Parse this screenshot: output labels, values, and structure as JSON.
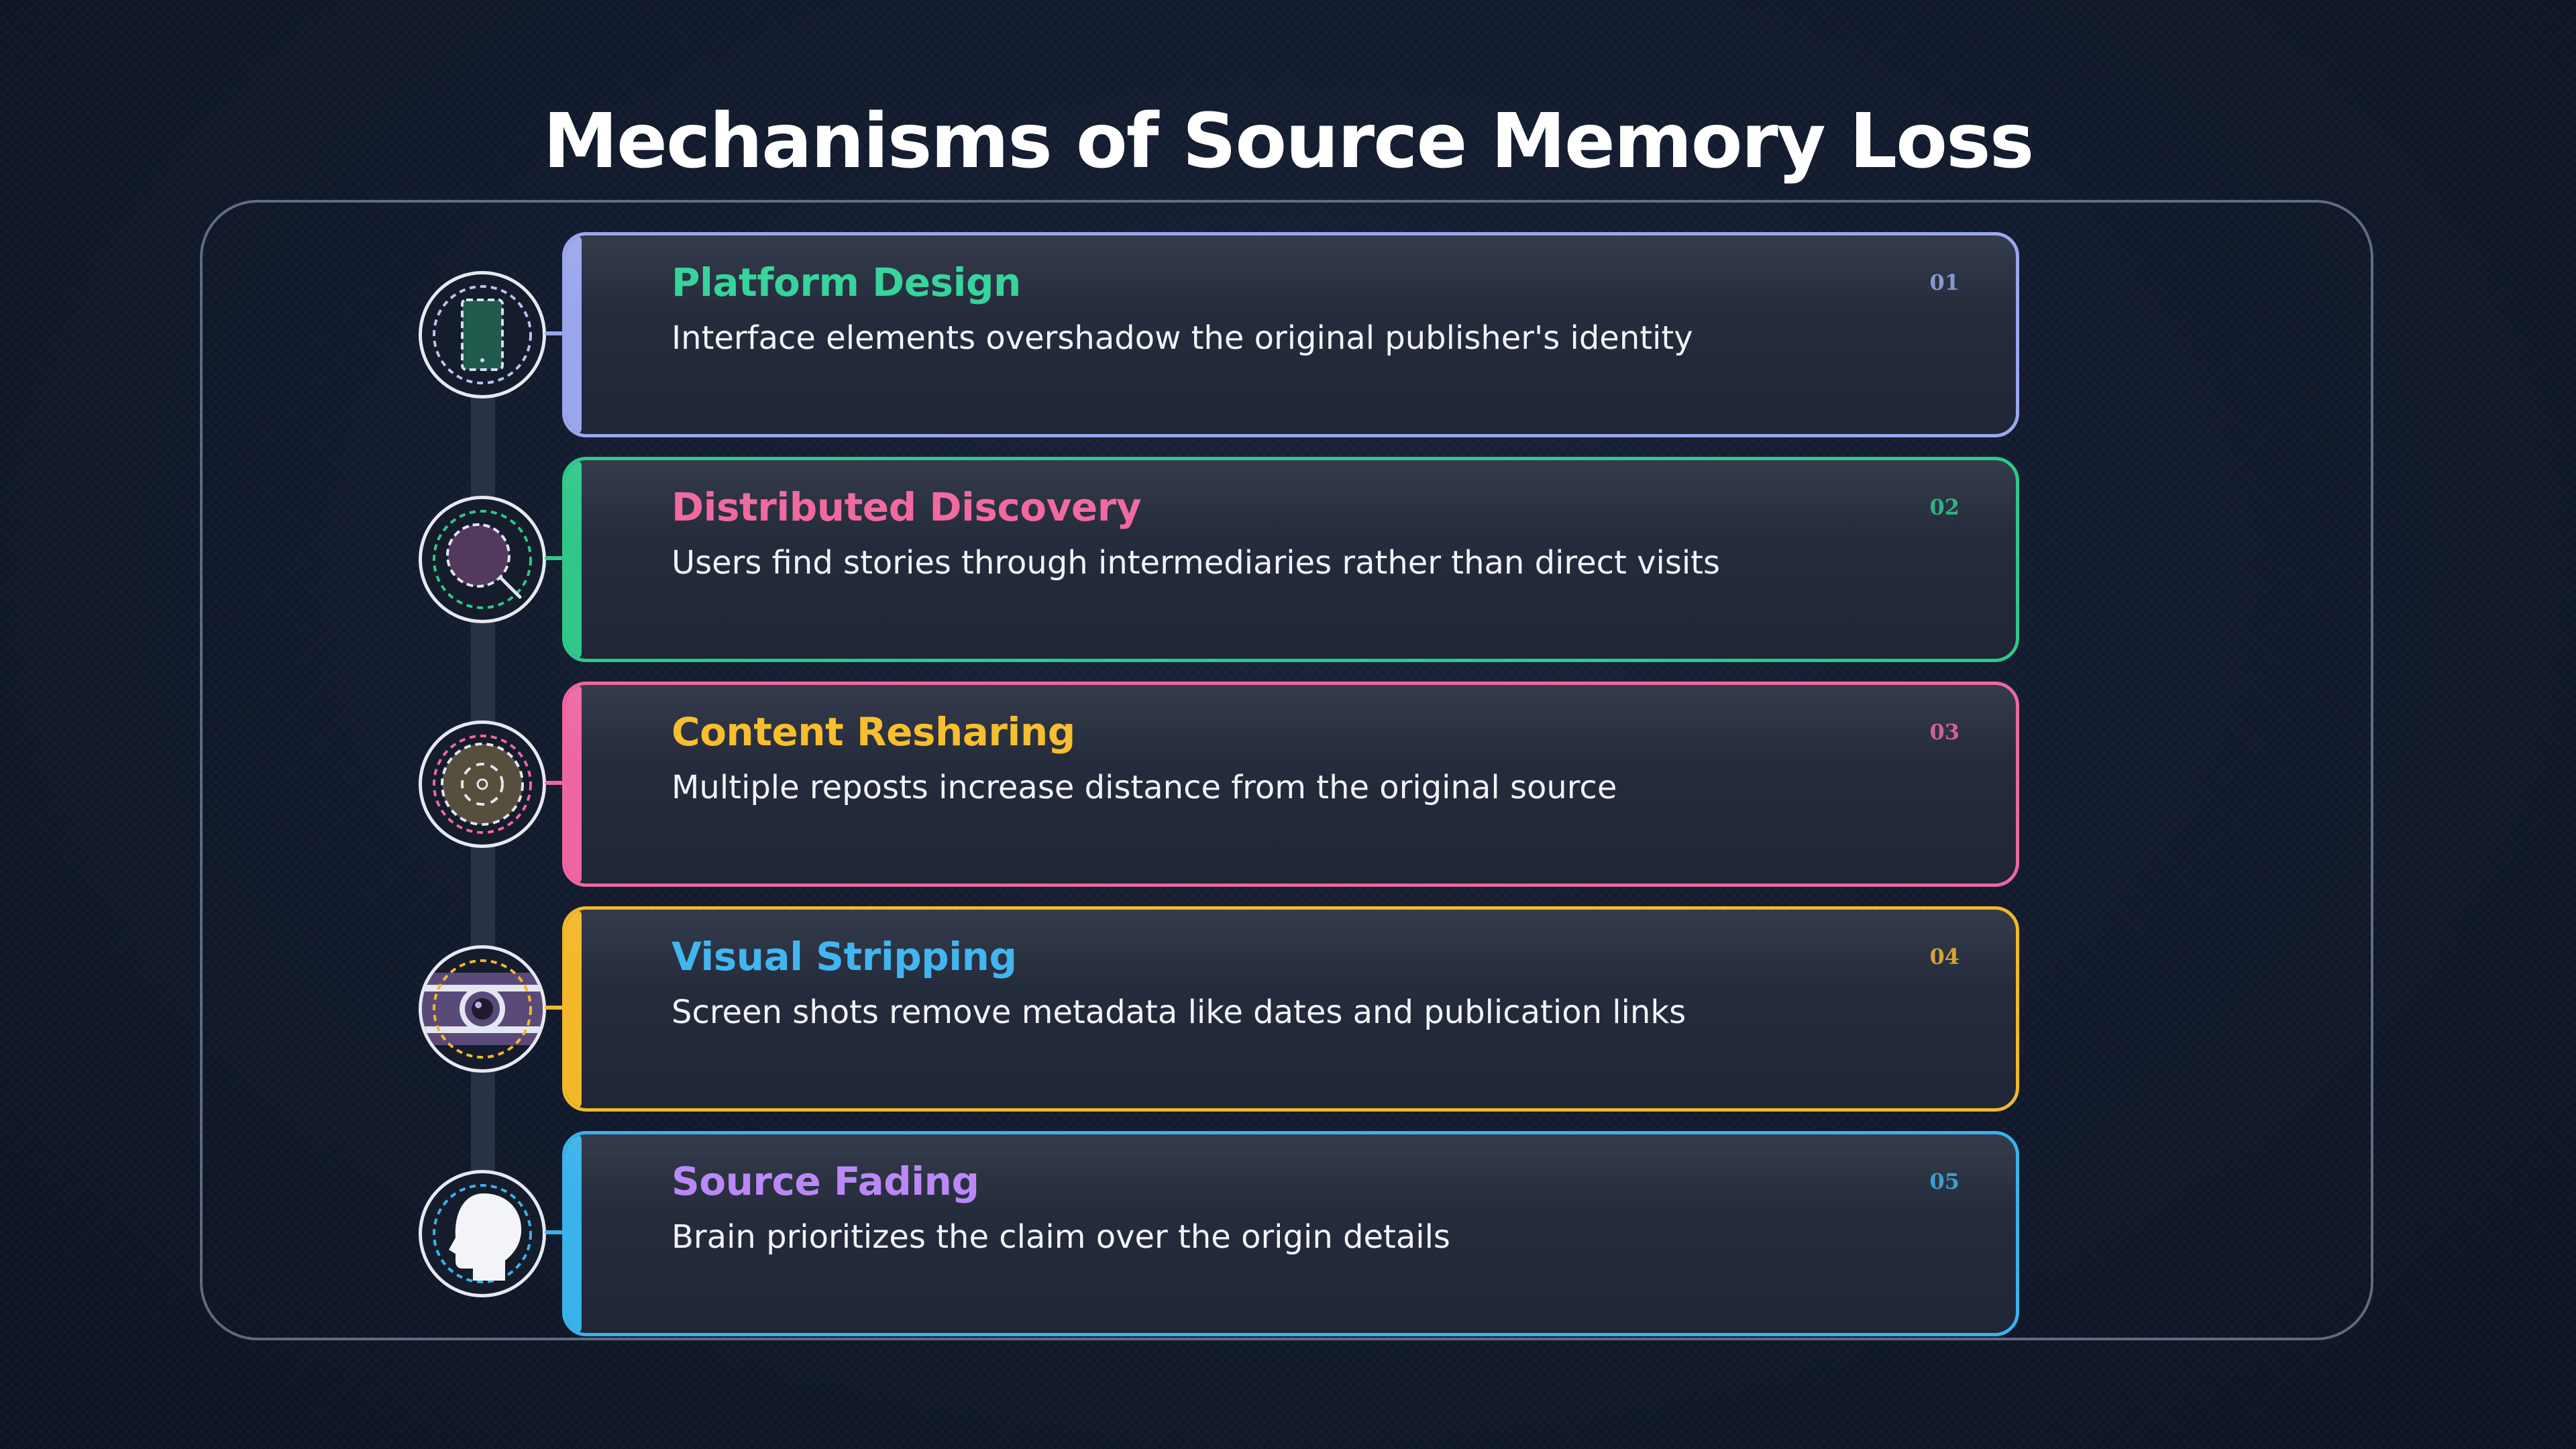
{
  "title": "Mechanisms of Source Memory Loss",
  "items": [
    {
      "number": "01",
      "title": "Platform Design",
      "description": "Interface elements overshadow the original publisher's identity",
      "icon": "phone-icon",
      "border_color": "#9aa7ec",
      "title_color": "#34d39a"
    },
    {
      "number": "02",
      "title": "Distributed Discovery",
      "description": "Users find stories through intermediaries rather than direct visits",
      "icon": "magnifier-icon",
      "border_color": "#2fc889",
      "title_color": "#f0679e"
    },
    {
      "number": "03",
      "title": "Content Resharing",
      "description": "Multiple reposts increase distance from the original source",
      "icon": "share-cycle-icon",
      "border_color": "#ee67a2",
      "title_color": "#f7bd2b"
    },
    {
      "number": "04",
      "title": "Visual Stripping",
      "description": "Screen shots remove metadata like dates and publication links",
      "icon": "camera-icon",
      "border_color": "#f2b829",
      "title_color": "#3fb4ef"
    },
    {
      "number": "05",
      "title": "Source Fading",
      "description": "Brain prioritizes the claim over the origin details",
      "icon": "head-silhouette-icon",
      "border_color": "#3ab2ea",
      "title_color": "#b987f6"
    }
  ]
}
